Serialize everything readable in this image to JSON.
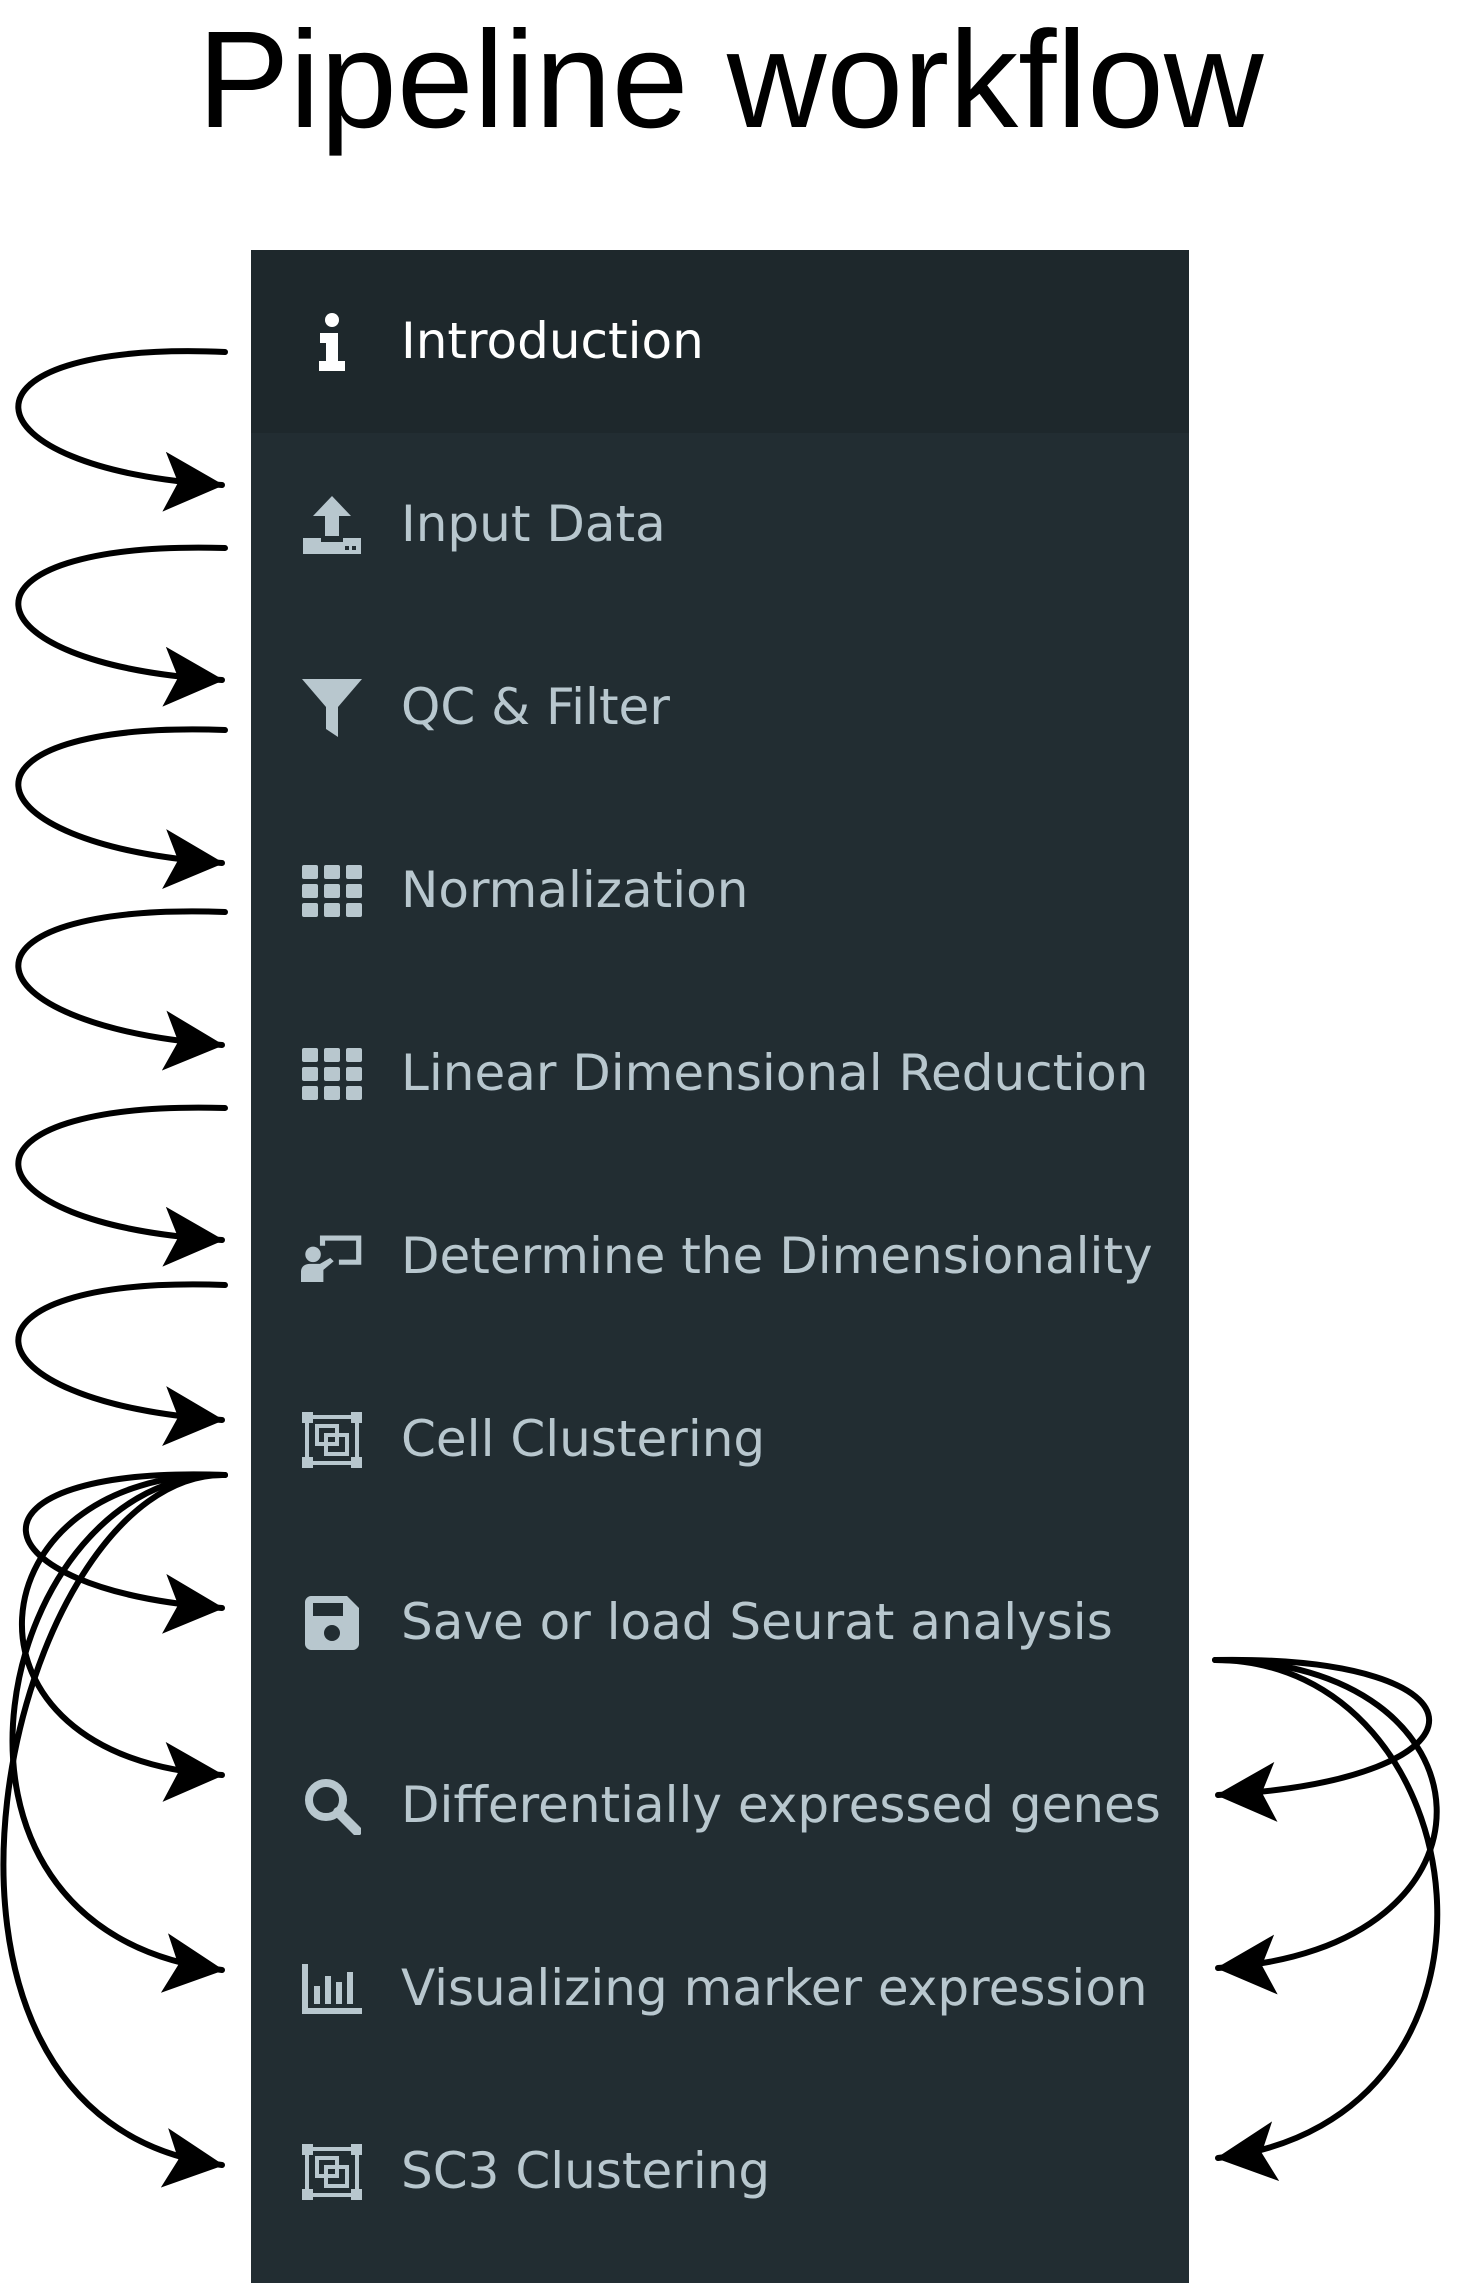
{
  "title": "Pipeline workflow",
  "colors": {
    "sidebar_bg": "#222d32",
    "active_bg": "#1e282c",
    "label": "#b8c7ce",
    "active_label": "#ffffff",
    "arrow": "#000000"
  },
  "menu": [
    {
      "label": "Introduction",
      "icon": "info-icon",
      "active": true
    },
    {
      "label": "Input Data",
      "icon": "upload-icon",
      "active": false
    },
    {
      "label": "QC & Filter",
      "icon": "filter-icon",
      "active": false
    },
    {
      "label": "Normalization",
      "icon": "grid-icon",
      "active": false
    },
    {
      "label": "Linear Dimensional Reduction",
      "icon": "grid-icon",
      "active": false
    },
    {
      "label": "Determine the Dimensionality",
      "icon": "presentation-icon",
      "active": false
    },
    {
      "label": "Cell Clustering",
      "icon": "object-group-icon",
      "active": false
    },
    {
      "label": "Save or load Seurat analysis",
      "icon": "save-icon",
      "active": false
    },
    {
      "label": "Differentially expressed genes",
      "icon": "search-icon",
      "active": false
    },
    {
      "label": "Visualizing marker expression",
      "icon": "bar-chart-icon",
      "active": false
    },
    {
      "label": "SC3 Clustering",
      "icon": "object-group-icon",
      "active": false
    }
  ],
  "flows": [
    {
      "from": "Introduction",
      "to": "Input Data"
    },
    {
      "from": "Input Data",
      "to": "QC & Filter"
    },
    {
      "from": "QC & Filter",
      "to": "Normalization"
    },
    {
      "from": "Normalization",
      "to": "Linear Dimensional Reduction"
    },
    {
      "from": "Linear Dimensional Reduction",
      "to": "Determine the Dimensionality"
    },
    {
      "from": "Determine the Dimensionality",
      "to": "Cell Clustering"
    },
    {
      "from": "Cell Clustering",
      "to": "Save or load Seurat analysis"
    },
    {
      "from": "Cell Clustering",
      "to": "Differentially expressed genes"
    },
    {
      "from": "Cell Clustering",
      "to": "Visualizing marker expression"
    },
    {
      "from": "Cell Clustering",
      "to": "SC3 Clustering"
    },
    {
      "from": "Save or load Seurat analysis",
      "to": "Differentially expressed genes"
    },
    {
      "from": "Save or load Seurat analysis",
      "to": "Visualizing marker expression"
    },
    {
      "from": "Save or load Seurat analysis",
      "to": "SC3 Clustering"
    }
  ]
}
